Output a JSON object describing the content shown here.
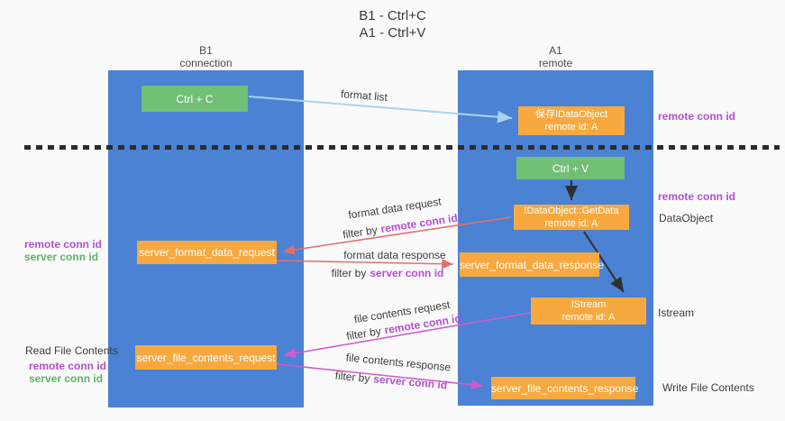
{
  "title": {
    "line1": "B1 - Ctrl+C",
    "line2": "A1 - Ctrl+V"
  },
  "lanes": {
    "left": {
      "name": "B1",
      "role": "connection"
    },
    "right": {
      "name": "A1",
      "role": "remote"
    }
  },
  "nodes": {
    "ctrl_c": {
      "label": "Ctrl + C"
    },
    "ctrl_v": {
      "label": "Ctrl + V"
    },
    "save_idataobject": {
      "line1": "保存IDataObject",
      "line2": "remote id: A"
    },
    "idataobject_getdata": {
      "line1": "IDataObject::GetData",
      "line2": "remote id: A"
    },
    "istream": {
      "line1": "IStream",
      "line2": "remote id: A"
    },
    "server_format_data_request": {
      "label": "server_format_data_request"
    },
    "server_format_data_response": {
      "label": "server_format_data_response"
    },
    "server_file_contents_request": {
      "label": "server_file_contents_request"
    },
    "server_file_contents_response": {
      "label": "server_file_contents_response"
    }
  },
  "edges": {
    "format_list": {
      "label": "format list"
    },
    "format_data_request": {
      "label": "format data request",
      "filter_prefix": "filter by",
      "filter_term": "remote conn id"
    },
    "format_data_response": {
      "label": "format data response",
      "filter_prefix": "filter by",
      "filter_term": "server conn id"
    },
    "file_contents_request": {
      "label": "file contents request",
      "filter_prefix": "filter by",
      "filter_term": "remote conn id"
    },
    "file_contents_response": {
      "label": "file contents response",
      "filter_prefix": "filter by",
      "filter_term": "server conn id"
    }
  },
  "annotations": {
    "left": [
      {
        "text": "remote conn id"
      },
      {
        "text": "server conn id"
      },
      {
        "text": "Read File Contents"
      },
      {
        "text": "remote conn id"
      },
      {
        "text": "server conn id"
      }
    ],
    "right": [
      {
        "text": "remote conn id"
      },
      {
        "text": "remote conn id"
      },
      {
        "text": "DataObject"
      },
      {
        "text": "Istream"
      },
      {
        "text": "Write File Contents"
      }
    ]
  },
  "colors": {
    "lane_blue": "#4b82d3",
    "node_green": "#72bf76",
    "node_orange": "#f7a940",
    "term_purple": "#b44fd1",
    "term_green": "#5cb567",
    "arrow_lightblue": "#a9d3ef",
    "arrow_red": "#e47070",
    "arrow_magenta": "#cf5ccf",
    "arrow_black": "#2f2f2f"
  }
}
